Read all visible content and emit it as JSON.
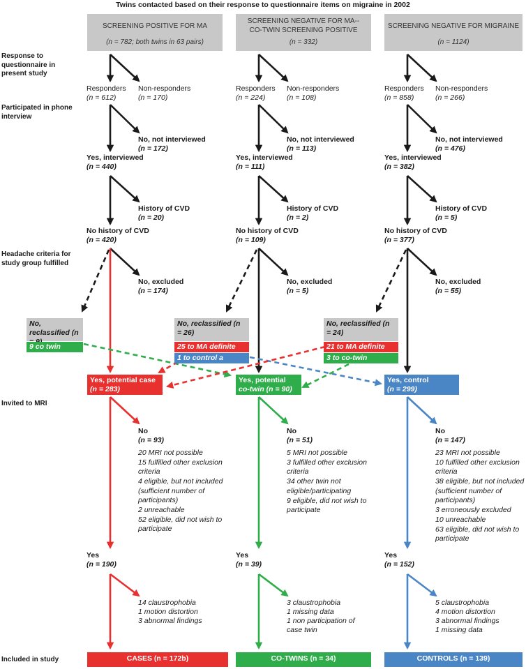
{
  "title": "Twins contacted based on their response to questionnaire items on migraine in 2002",
  "colors": {
    "red": "#e8302f",
    "green": "#2fad4a",
    "blue": "#4a86c5",
    "gray": "#c8c8c8",
    "black": "#1a1a1a"
  },
  "section_labels": {
    "response": "Response to questionnaire in present study",
    "phone": "Participated in phone interview",
    "headache": "Headache criteria for study group fulfilled",
    "mri": "Invited to MRI",
    "included": "Included in study"
  },
  "columns": [
    {
      "header": [
        "SCREENING POSITIVE FOR MA",
        "(n = 782; both twins in 63 pairs)"
      ],
      "responders": [
        "Responders",
        "(n = 612)"
      ],
      "non_responders": [
        "Non-responders",
        "(n = 170)"
      ],
      "not_interviewed": [
        "No, not interviewed",
        "(n = 172)"
      ],
      "interviewed": [
        "Yes, interviewed",
        "(n = 440)"
      ],
      "cvd": [
        "History of CVD",
        "(n = 20)"
      ],
      "no_cvd": [
        "No history of CVD",
        "(n = 420)"
      ],
      "excluded": [
        "No, excluded",
        "(n = 174)"
      ],
      "reclassified": "No, reclassified (n = 9)",
      "reclass_bars": [
        "9 co twin"
      ],
      "group": [
        "Yes, potential case",
        "(n = 283)"
      ],
      "mri_no": [
        "No",
        "(n = 93)"
      ],
      "mri_no_reasons": [
        "20 MRI not possible",
        "15 fulfilled other exclusion criteria",
        "4 eligible, but not included (sufficient number of participants)",
        "2 unreachable",
        "52 eligible, did not wish to participate"
      ],
      "mri_yes": [
        "Yes",
        "(n = 190)"
      ],
      "post_reasons": [
        "14 claustrophobia",
        "1 motion distortion",
        "3 abnormal findings"
      ],
      "final": "CASES (n = 172b)"
    },
    {
      "header": [
        "SCREENING NEGATIVE FOR MA--",
        "CO-TWIN SCREENING POSITIVE",
        "(n = 332)"
      ],
      "responders": [
        "Responders",
        "(n = 224)"
      ],
      "non_responders": [
        "Non-responders",
        "(n = 108)"
      ],
      "not_interviewed": [
        "No, not interviewed",
        "(n = 113)"
      ],
      "interviewed": [
        "Yes, interviewed",
        "(n = 111)"
      ],
      "cvd": [
        "History of CVD",
        "(n = 2)"
      ],
      "no_cvd": [
        "No history of CVD",
        "(n = 109)"
      ],
      "excluded": [
        "No, excluded",
        "(n = 5)"
      ],
      "reclassified": "No, reclassified (n = 26)",
      "reclass_bars": [
        "25 to MA definite",
        "1 to control a"
      ],
      "group": [
        "Yes, potential",
        "co-twin (n = 90)"
      ],
      "mri_no": [
        "No",
        "(n = 51)"
      ],
      "mri_no_reasons": [
        "5 MRI not possible",
        "3 fulfilled other exclusion criteria",
        "34 other twin not eligible/participating",
        "9 eligible, did not wish to participate"
      ],
      "mri_yes": [
        "Yes",
        "(n = 39)"
      ],
      "post_reasons": [
        "3 claustrophobia",
        "1 missing data",
        "1 non participation of case twin"
      ],
      "final": "CO-TWINS (n = 34)"
    },
    {
      "header": [
        "SCREENING NEGATIVE FOR MIGRAINE",
        "(n = 1124)"
      ],
      "responders": [
        "Responders",
        "(n = 858)"
      ],
      "non_responders": [
        "Non-responders",
        "(n = 266)"
      ],
      "not_interviewed": [
        "No, not interviewed",
        "(n = 476)"
      ],
      "interviewed": [
        "Yes, interviewed",
        "(n = 382)"
      ],
      "cvd": [
        "History of CVD",
        "(n = 5)"
      ],
      "no_cvd": [
        "No history of CVD",
        "(n = 377)"
      ],
      "excluded": [
        "No, excluded",
        "(n = 55)"
      ],
      "reclassified": "No, reclassified (n = 24)",
      "reclass_bars": [
        "21 to MA definite",
        "3 to co-twin"
      ],
      "group": [
        "Yes, control",
        "(n = 299)"
      ],
      "mri_no": [
        "No",
        "(n = 147)"
      ],
      "mri_no_reasons": [
        "23 MRI not possible",
        "10 fulfilled other exclusion criteria",
        "38 eligible, but not included (sufficient number of participants)",
        "3 erroneously excluded",
        "10 unreachable",
        "63 eligible, did not wish to participate"
      ],
      "mri_yes": [
        "Yes",
        "(n = 152)"
      ],
      "post_reasons": [
        "5 claustrophobia",
        "4 motion distortion",
        "3 abnormal findings",
        "1 missing data"
      ],
      "final": "CONTROLS (n = 139)"
    }
  ]
}
